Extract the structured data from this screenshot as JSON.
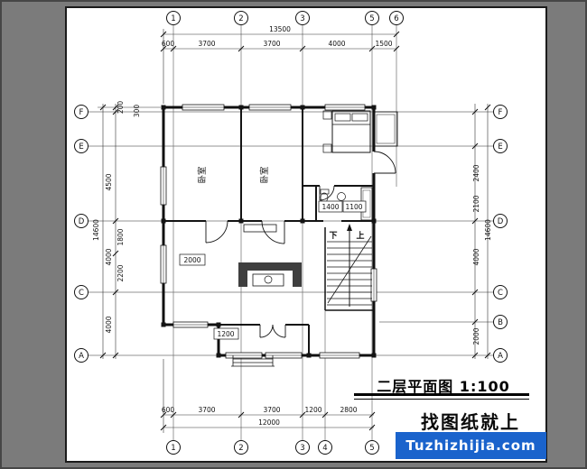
{
  "colors": {
    "frame_gray": "#7b7b7b",
    "paper": "#ffffff",
    "ink": "#141414",
    "brand_blue": "#1a63cc"
  },
  "title": {
    "text": "二层平面图 1:100"
  },
  "watermark": {
    "line1": "找图纸就上",
    "line2": "Tuzhizhijia.com"
  },
  "axes": {
    "top": [
      "1",
      "2",
      "3",
      "5",
      "6"
    ],
    "bottom": [
      "1",
      "2",
      "3",
      "4",
      "5"
    ],
    "left": [
      "F",
      "E",
      "D",
      "C",
      "A"
    ],
    "right": [
      "F",
      "E",
      "D",
      "C",
      "B",
      "A"
    ]
  },
  "dims": {
    "top_total": "13500",
    "top": [
      "600",
      "3700",
      "3700",
      "4000",
      "1500"
    ],
    "bottom": [
      "600",
      "3700",
      "3700",
      "1200",
      "2800"
    ],
    "bottom_total": "12000",
    "left": [
      "200",
      "4500",
      "1800",
      "4000",
      "2200",
      "4000"
    ],
    "left_total": "14600",
    "right": [
      "2400",
      "2100",
      "4000",
      "2000"
    ],
    "right_total": "14600",
    "callouts": {
      "c2000": "2000",
      "c1400": "1400",
      "c1100": "1100",
      "c1200": "1200",
      "c300": "300"
    }
  },
  "labels": {
    "bedroom1": "卧室",
    "bedroom2": "卧室",
    "down": "下",
    "up": "上"
  }
}
